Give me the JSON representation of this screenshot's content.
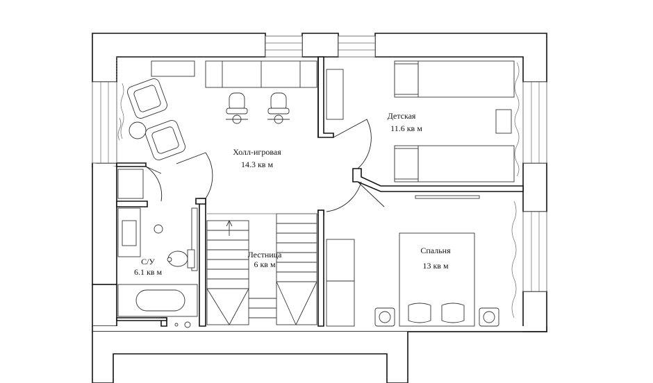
{
  "rooms": [
    {
      "id": "hall",
      "name": "Холл-игровая",
      "area": "14.3 кв м"
    },
    {
      "id": "kids",
      "name": "Детская",
      "area": "11.6 кв м"
    },
    {
      "id": "bath",
      "name": "С/У",
      "area": "6.1 кв м"
    },
    {
      "id": "stairs",
      "name": "Лестница",
      "area": "6 кв м"
    },
    {
      "id": "bedroom",
      "name": "Спальня",
      "area": "13 кв м"
    }
  ]
}
